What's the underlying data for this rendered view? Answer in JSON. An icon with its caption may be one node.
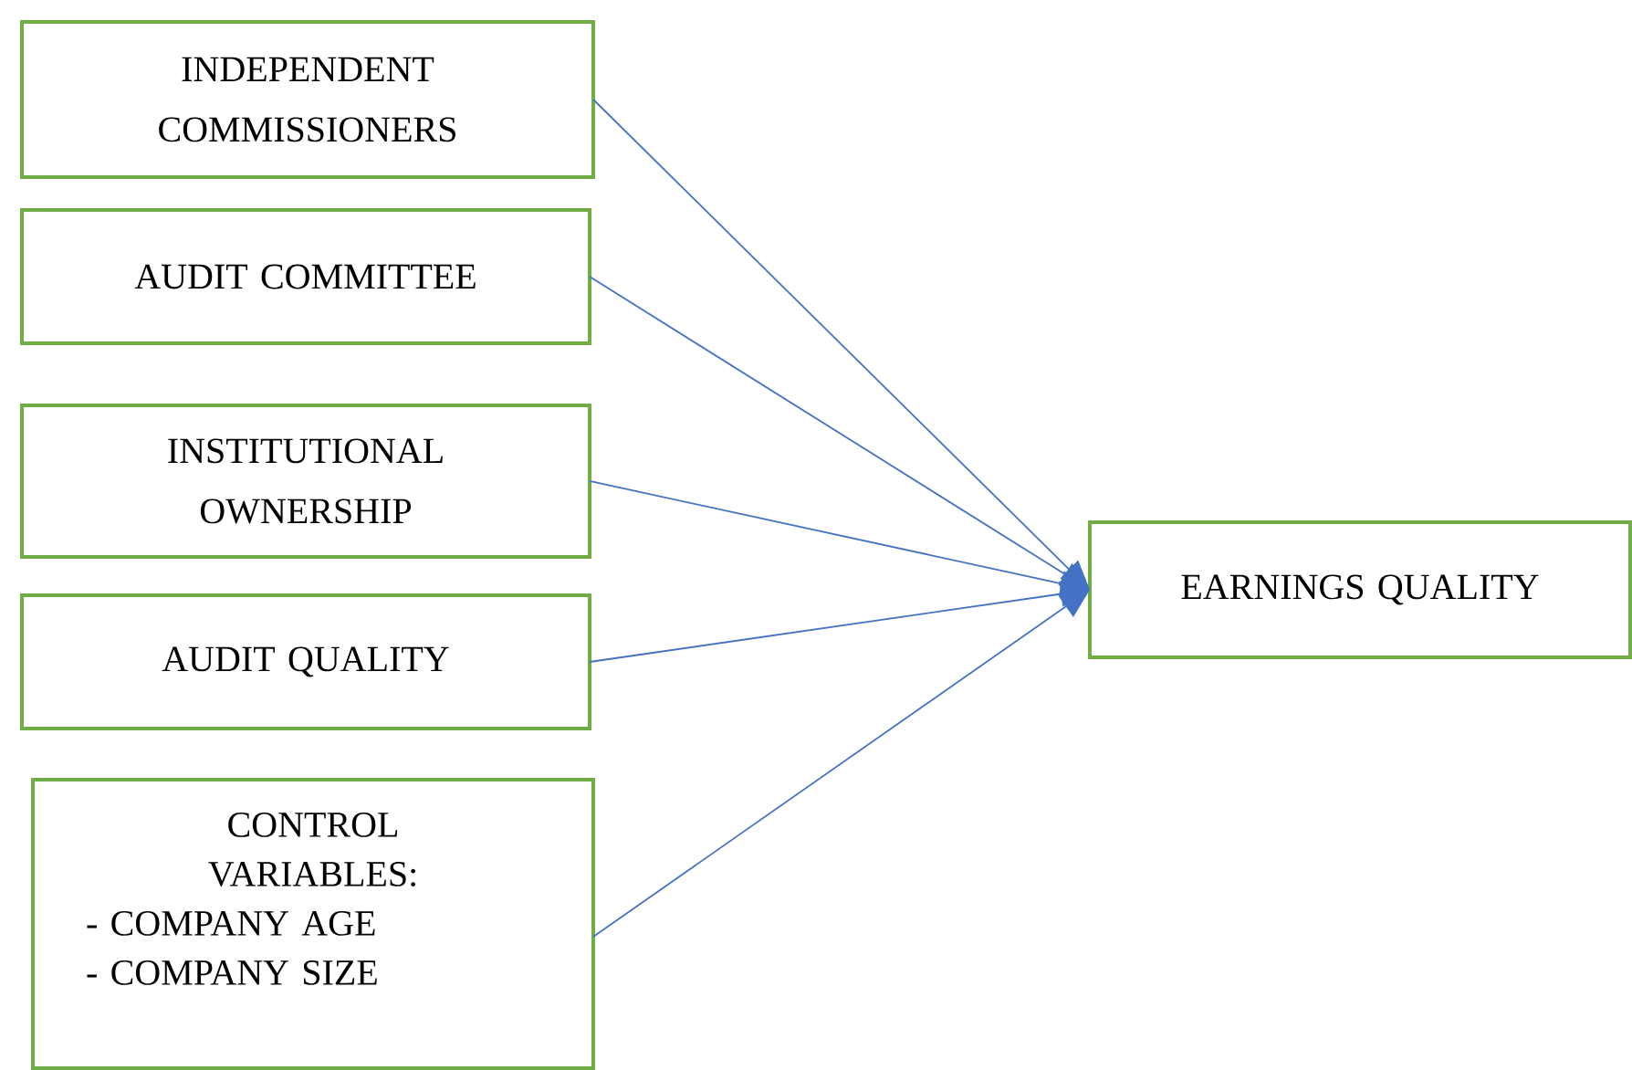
{
  "diagram": {
    "nodes": [
      {
        "text": [
          "INDEPENDENT COMMISSIONERS"
        ]
      },
      {
        "text": [
          "AUDIT COMMITTEE"
        ]
      },
      {
        "text": [
          "INSTITUTIONAL OWNERSHIP"
        ]
      },
      {
        "text": [
          "AUDIT QUALITY"
        ]
      },
      {
        "text": [
          "CONTROL VARIABLES:",
          "- COMPANY AGE",
          "- COMPANY SIZE"
        ]
      },
      {
        "text": [
          "EARNINGS QUALITY"
        ]
      }
    ],
    "edges": [
      {
        "from": 0,
        "to": 5,
        "arrow": "to"
      },
      {
        "from": 1,
        "to": 5,
        "arrow": "to"
      },
      {
        "from": 2,
        "to": 5,
        "arrow": "to"
      },
      {
        "from": 3,
        "to": 5,
        "arrow": "to"
      },
      {
        "from": 4,
        "to": 5,
        "arrow": "to"
      }
    ]
  }
}
